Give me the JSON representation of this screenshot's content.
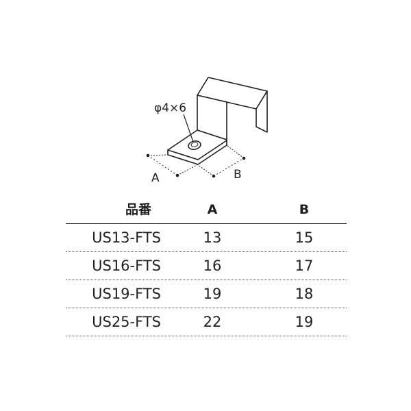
{
  "drawing": {
    "hole_label": "φ4×6",
    "dim_a_label": "A",
    "dim_b_label": "B"
  },
  "table": {
    "headers": {
      "part_number": "品番",
      "a": "A",
      "b": "B"
    },
    "rows": [
      {
        "part": "US13-FTS",
        "a": "13",
        "b": "15"
      },
      {
        "part": "US16-FTS",
        "a": "16",
        "b": "17"
      },
      {
        "part": "US19-FTS",
        "a": "19",
        "b": "18"
      },
      {
        "part": "US25-FTS",
        "a": "22",
        "b": "19"
      }
    ]
  }
}
